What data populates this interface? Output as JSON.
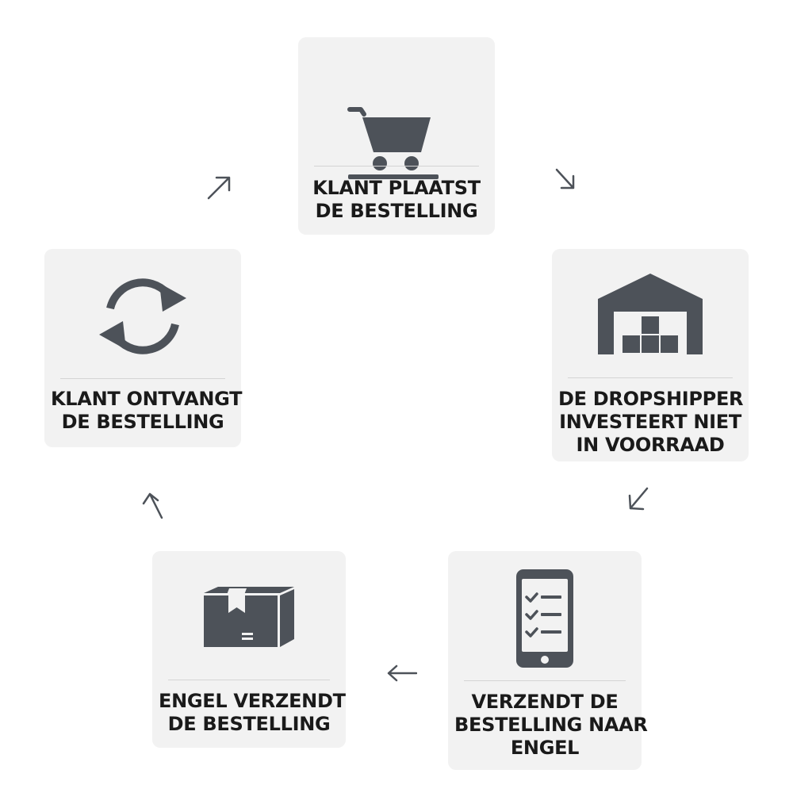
{
  "steps": [
    {
      "id": "order",
      "label_lines": [
        "KLANT PLAATST",
        "DE BESTELLING"
      ],
      "icon": "shopping-cart-icon"
    },
    {
      "id": "warehouse",
      "label_lines": [
        "DE DROPSHIPPER",
        "INVESTEERT NIET",
        "IN VOORRAAD"
      ],
      "icon": "warehouse-icon"
    },
    {
      "id": "forward",
      "label_lines": [
        "VERZENDT DE",
        "BESTELLING NAAR",
        "ENGEL"
      ],
      "icon": "smartphone-checklist-icon"
    },
    {
      "id": "ship",
      "label_lines": [
        "ENGEL VERZENDT",
        "DE BESTELLING"
      ],
      "icon": "package-box-icon"
    },
    {
      "id": "receive",
      "label_lines": [
        "KLANT ONTVANGT",
        "DE BESTELLING"
      ],
      "icon": "refresh-cycle-icon"
    }
  ],
  "arrows": [
    "arrow-down-right-icon",
    "arrow-down-left-icon",
    "arrow-left-icon",
    "arrow-up-icon",
    "arrow-up-right-icon"
  ],
  "colors": {
    "icon": "#4d5259",
    "card": "#f2f2f2",
    "text": "#1a1a1a",
    "arrow": "#4d5259"
  }
}
